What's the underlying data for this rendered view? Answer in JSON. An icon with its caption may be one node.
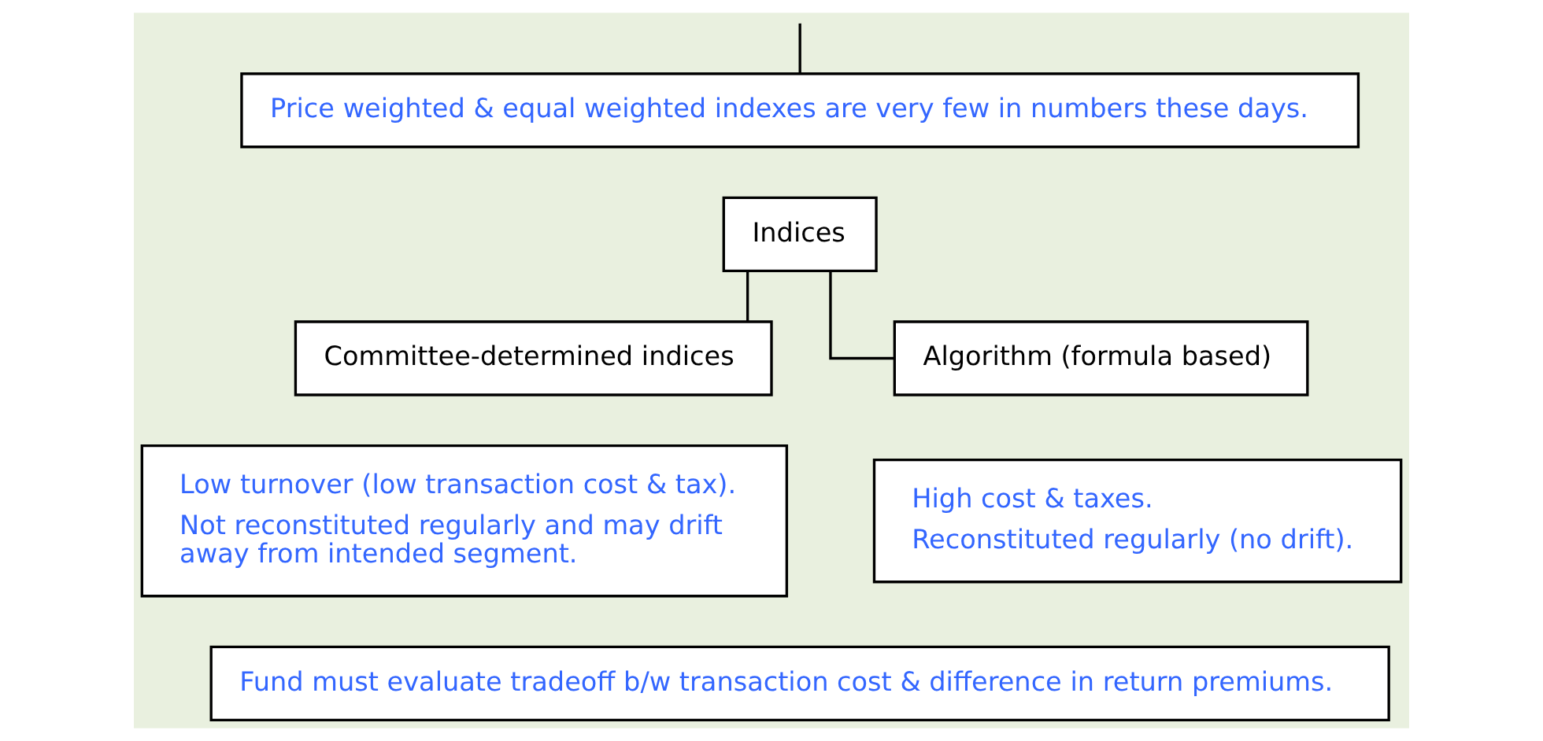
{
  "diagram": {
    "nodes": [
      {
        "text": [
          "Price weighted & equal weighted indexes are very few in numbers these days."
        ]
      },
      {
        "text": [
          "Indices"
        ]
      },
      {
        "text": [
          "Committee-determined indices"
        ]
      },
      {
        "text": [
          "Algorithm (formula based)"
        ]
      },
      {
        "text": [
          "Low turnover (low transaction cost & tax).",
          "Not reconstituted regularly and may drift away from intended segment."
        ]
      },
      {
        "text": [
          "High cost & taxes.",
          "Reconstituted regularly (no drift)."
        ]
      },
      {
        "text": [
          "Fund must evaluate tradeoff b/w transaction cost & difference in return premiums."
        ]
      }
    ],
    "edges": [
      {
        "from": null,
        "to": 0,
        "arrow": "none"
      },
      {
        "from": 1,
        "to": 2,
        "arrow": "none"
      },
      {
        "from": 1,
        "to": 3,
        "arrow": "none"
      }
    ]
  }
}
